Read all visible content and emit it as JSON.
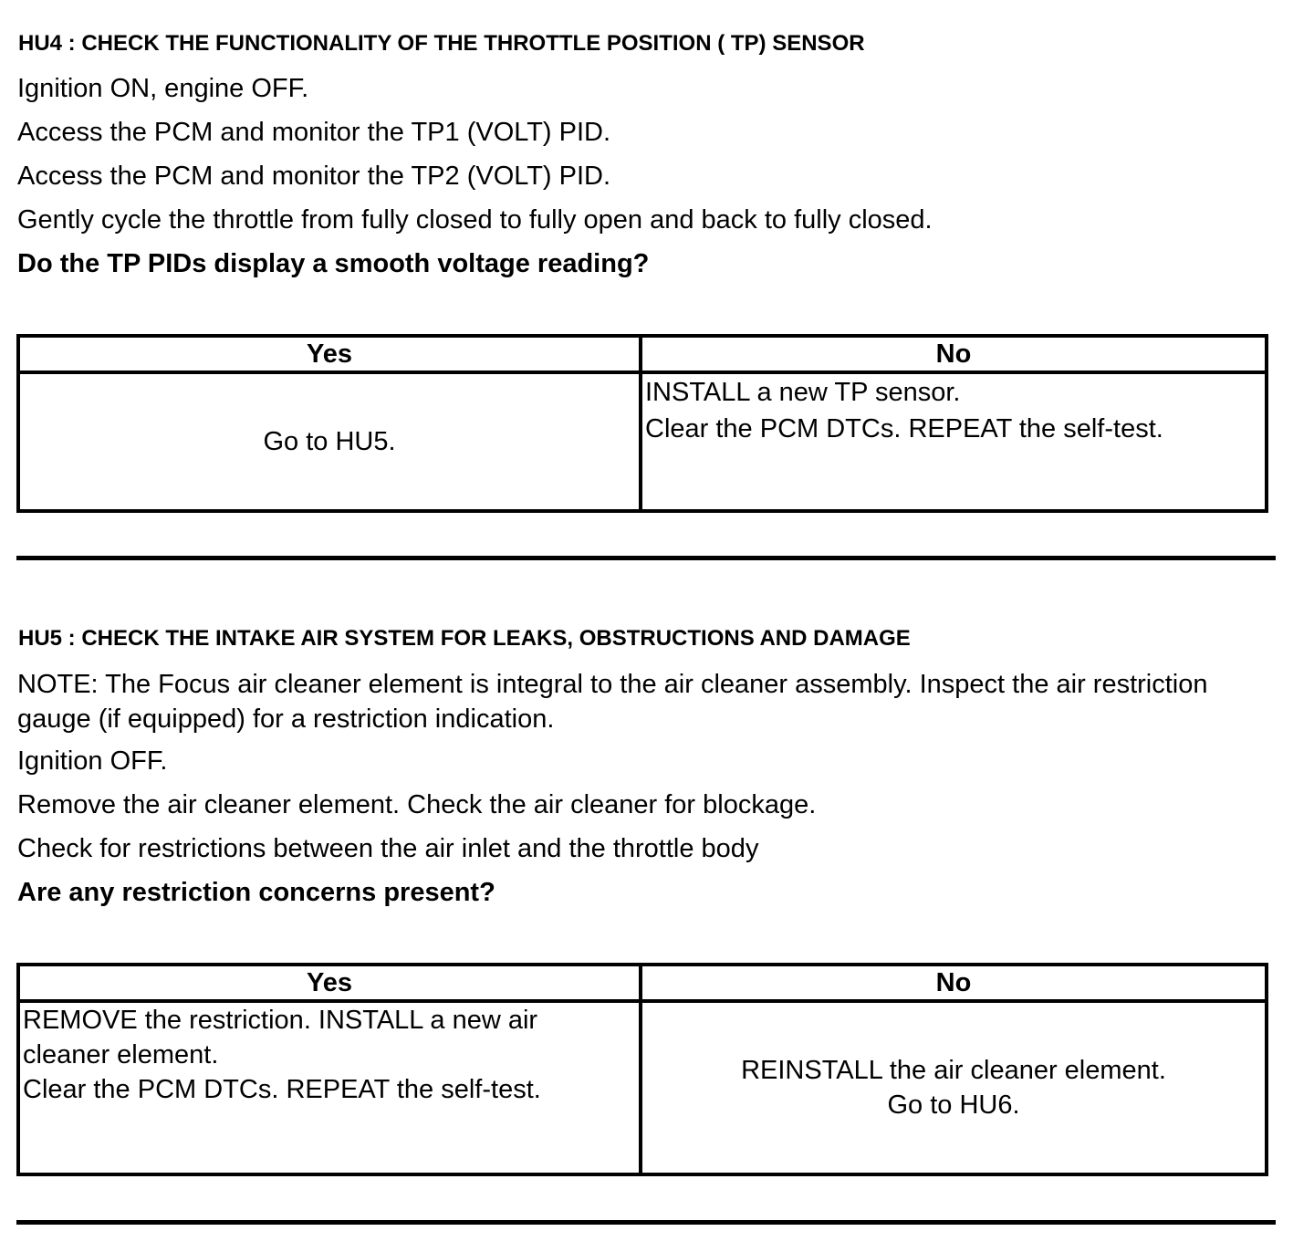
{
  "hu4": {
    "title": "HU4 : CHECK THE FUNCTIONALITY OF THE THROTTLE POSITION ( TP) SENSOR",
    "steps": [
      "Ignition ON, engine OFF.",
      "Access the PCM and monitor the  TP1 (VOLT) PID.",
      "Access the PCM and monitor the  TP2 (VOLT) PID.",
      "Gently cycle the throttle from fully closed to fully open and back to fully closed."
    ],
    "question": "Do the TP  PIDs display a smooth voltage reading?",
    "table": {
      "yes_header": "Yes",
      "no_header": "No",
      "yes_lines": [
        "Go to HU5."
      ],
      "no_lines": [
        "INSTALL a new TP sensor.",
        "Clear the PCM DTCs. REPEAT the self-test."
      ]
    }
  },
  "hu5": {
    "title": "HU5 : CHECK THE INTAKE AIR SYSTEM FOR LEAKS, OBSTRUCTIONS AND DAMAGE",
    "note": "NOTE: The Focus air cleaner element is integral to the air cleaner assembly. Inspect the air restriction gauge (if equipped) for a restriction indication.",
    "steps": [
      "Ignition OFF.",
      "Remove the air cleaner element. Check the air cleaner for blockage.",
      "Check for restrictions between the air inlet and the throttle body"
    ],
    "question": "Are any restriction concerns present?",
    "table": {
      "yes_header": "Yes",
      "no_header": "No",
      "yes_lines": [
        "REMOVE the restriction. INSTALL a new air",
        "cleaner element.",
        "Clear the PCM DTCs. REPEAT the self-test."
      ],
      "no_lines": [
        "REINSTALL the air cleaner element.",
        "Go to HU6."
      ]
    }
  }
}
